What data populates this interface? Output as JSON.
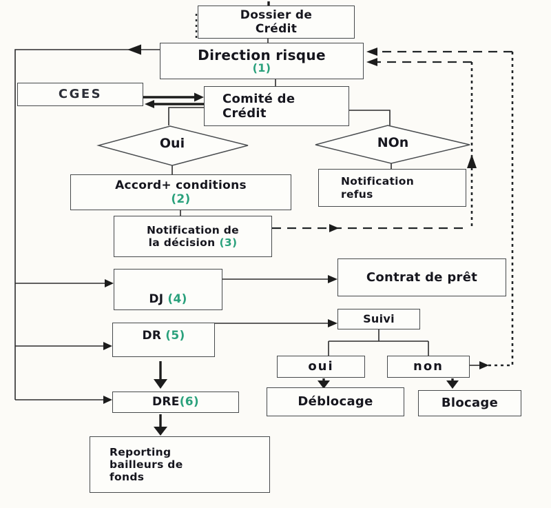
{
  "palette": {
    "accent_green": "#2aa17c",
    "ink": "#16161e",
    "line": "#2b2b2b",
    "paper": "#fcfbf7"
  },
  "nodes": {
    "dossier": {
      "lines": [
        "Dossier de",
        "Crédit"
      ]
    },
    "direction": {
      "label": "Direction risque",
      "num": "(1)"
    },
    "cges": {
      "label": "CGES"
    },
    "comite": {
      "lines": [
        "Comité de",
        "Crédit"
      ]
    },
    "oui_diamond": {
      "label": "Oui"
    },
    "non_diamond": {
      "label": "NOn"
    },
    "accord": {
      "label": "Accord+ conditions",
      "num": "(2)"
    },
    "refus": {
      "lines": [
        "Notification",
        "refus"
      ]
    },
    "decision": {
      "line1": "Notification de",
      "line2": "la décision",
      "num": "(3)"
    },
    "dj": {
      "label": "DJ",
      "num": "(4)"
    },
    "contrat": {
      "label": "Contrat de prêt"
    },
    "dr": {
      "label": "DR",
      "num": "(5)"
    },
    "suivi": {
      "label": "Suivi"
    },
    "oui_box": {
      "label": "oui"
    },
    "non_box": {
      "label": "non"
    },
    "deblocage": {
      "label": "Déblocage"
    },
    "blocage": {
      "label": "Blocage"
    },
    "dre": {
      "label": "DRE",
      "num": "(6)"
    },
    "reporting": {
      "lines": [
        "Reporting",
        "bailleurs de",
        "fonds"
      ]
    }
  }
}
